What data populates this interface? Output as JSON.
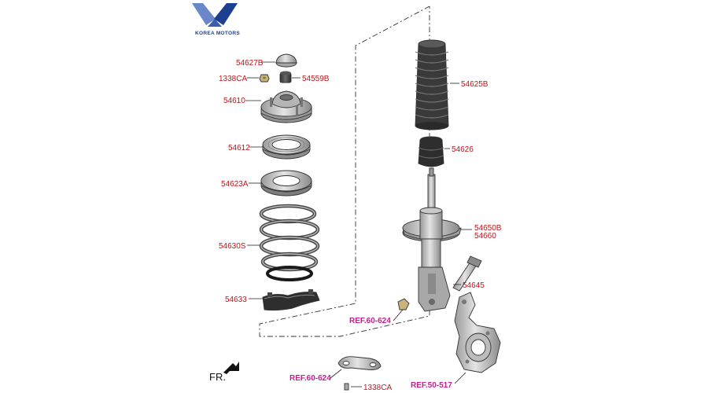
{
  "brand": {
    "name": "KOREA MOTORS",
    "logo_colors": [
      "#6a87c9",
      "#1c3f8f"
    ]
  },
  "orientation": {
    "label": "FR."
  },
  "parts": [
    {
      "id": "top-cap",
      "code": "54627B"
    },
    {
      "id": "nut",
      "code": "1338CA"
    },
    {
      "id": "insulator-cap",
      "code": "54559B"
    },
    {
      "id": "strut-mount",
      "code": "54610"
    },
    {
      "id": "bearing",
      "code": "54612"
    },
    {
      "id": "upper-spring-pad",
      "code": "54623A"
    },
    {
      "id": "coil-spring",
      "code": "54630S"
    },
    {
      "id": "lower-spring-pad",
      "code": "54633"
    },
    {
      "id": "dust-cover",
      "code": "54625B"
    },
    {
      "id": "bump-stopper",
      "code": "54626"
    },
    {
      "id": "strut-assembly",
      "code": "54650B"
    },
    {
      "id": "strut-assembly-alt",
      "code": "54660"
    },
    {
      "id": "strut-bolt",
      "code": "54645"
    },
    {
      "id": "bottom-nut",
      "code": "1338CA"
    }
  ],
  "references": [
    {
      "id": "ref-stabilizer-link",
      "text": "REF.60-624"
    },
    {
      "id": "ref-bracket",
      "text": "REF.60-624"
    },
    {
      "id": "ref-knuckle",
      "text": "REF.50-517"
    }
  ],
  "colors": {
    "label": "#c0141b",
    "reference": "#c81e8c",
    "part_fill": "#c4c4c4",
    "spring_stroke": "#4a4a4a"
  }
}
